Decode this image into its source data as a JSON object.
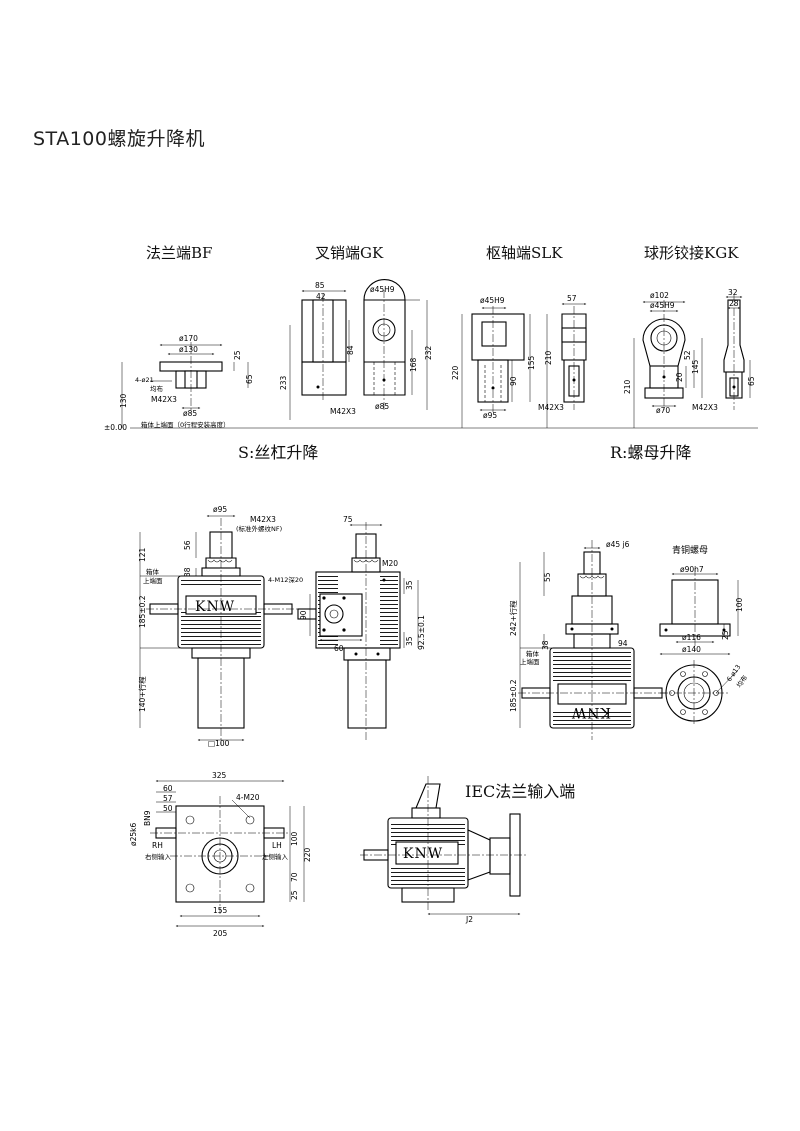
{
  "title": "STA100螺旋升降机",
  "end_types": [
    {
      "label": "法兰端BF"
    },
    {
      "label": "叉销端GK"
    },
    {
      "label": "枢轴端SLK"
    },
    {
      "label": "球形铰接KGK"
    }
  ],
  "bf_dims": {
    "d170": "ø170",
    "d130": "ø130",
    "holes": "4-ø21",
    "holes_note": "均布",
    "d25": "25",
    "d65": "65",
    "d130h": "130",
    "thread": "M42X3",
    "d85": "ø85"
  },
  "gk_dims": {
    "d85": "85",
    "d42": "42",
    "bore": "ø45H9",
    "d84": "84",
    "d168": "168",
    "d232": "232",
    "d233": "233",
    "thread": "M42X3",
    "dia85": "ø85"
  },
  "slk_dims": {
    "bore": "ø45H9",
    "d57": "57",
    "d90": "90",
    "d155": "155",
    "d210": "210",
    "d220": "220",
    "dia95": "ø95",
    "thread": "M42X3"
  },
  "kgk_dims": {
    "d102": "ø102",
    "bore": "ø45H9",
    "d32": "32",
    "d28": "28",
    "d52": "52",
    "d20": "20",
    "d145": "145",
    "d210": "210",
    "d65": "65",
    "dia70": "ø70",
    "thread": "M42X3"
  },
  "datum": {
    "zero": "±0.00",
    "note": "箱体上端面（0行程安装高度）"
  },
  "s_title": "S:丝杠升降",
  "r_title": "R:螺母升降",
  "s_dims": {
    "d95": "ø95",
    "thread": "M42X3",
    "thread_note": "(标准外螺纹NF)",
    "d56": "56",
    "d121": "121",
    "d38": "38",
    "box_top1": "箱体",
    "box_top2": "上端面",
    "d185": "185±0.2",
    "d140": "140+行程",
    "sq100": "□100"
  },
  "s_side_dims": {
    "d75": "75",
    "m20": "M20",
    "m12": "4-M12深20",
    "d35a": "35",
    "d90": "90",
    "d35b": "35",
    "d92": "92.5±0.1",
    "d60": "60"
  },
  "r_dims": {
    "d45": "ø45 j6",
    "d55": "55",
    "d242": "242+行程",
    "d38": "38",
    "d94": "94",
    "box_top1": "箱体",
    "box_top2": "上端面",
    "d185": "185±0.2"
  },
  "nut": {
    "title": "青铜螺母",
    "d90": "ø90h7",
    "d100": "100",
    "d116": "ø116",
    "d25": "25",
    "d140": "ø140",
    "holes": "6-ø13",
    "holes_note": "均布"
  },
  "brand": "KNW",
  "top_dims": {
    "d325": "325",
    "d60": "60",
    "d57": "57",
    "d50": "50",
    "bn": "BN9",
    "shaft": "ø25k6",
    "m20": "4-M20",
    "rh": "RH",
    "rh_label": "右侧输入",
    "lh": "LH",
    "lh_label": "左侧输入",
    "d100": "100",
    "d220": "220",
    "d70": "70",
    "d25": "25",
    "d155": "155",
    "d205": "205"
  },
  "iec_title": "IEC法兰输入端",
  "iec_dims": {
    "j2": "J2"
  }
}
